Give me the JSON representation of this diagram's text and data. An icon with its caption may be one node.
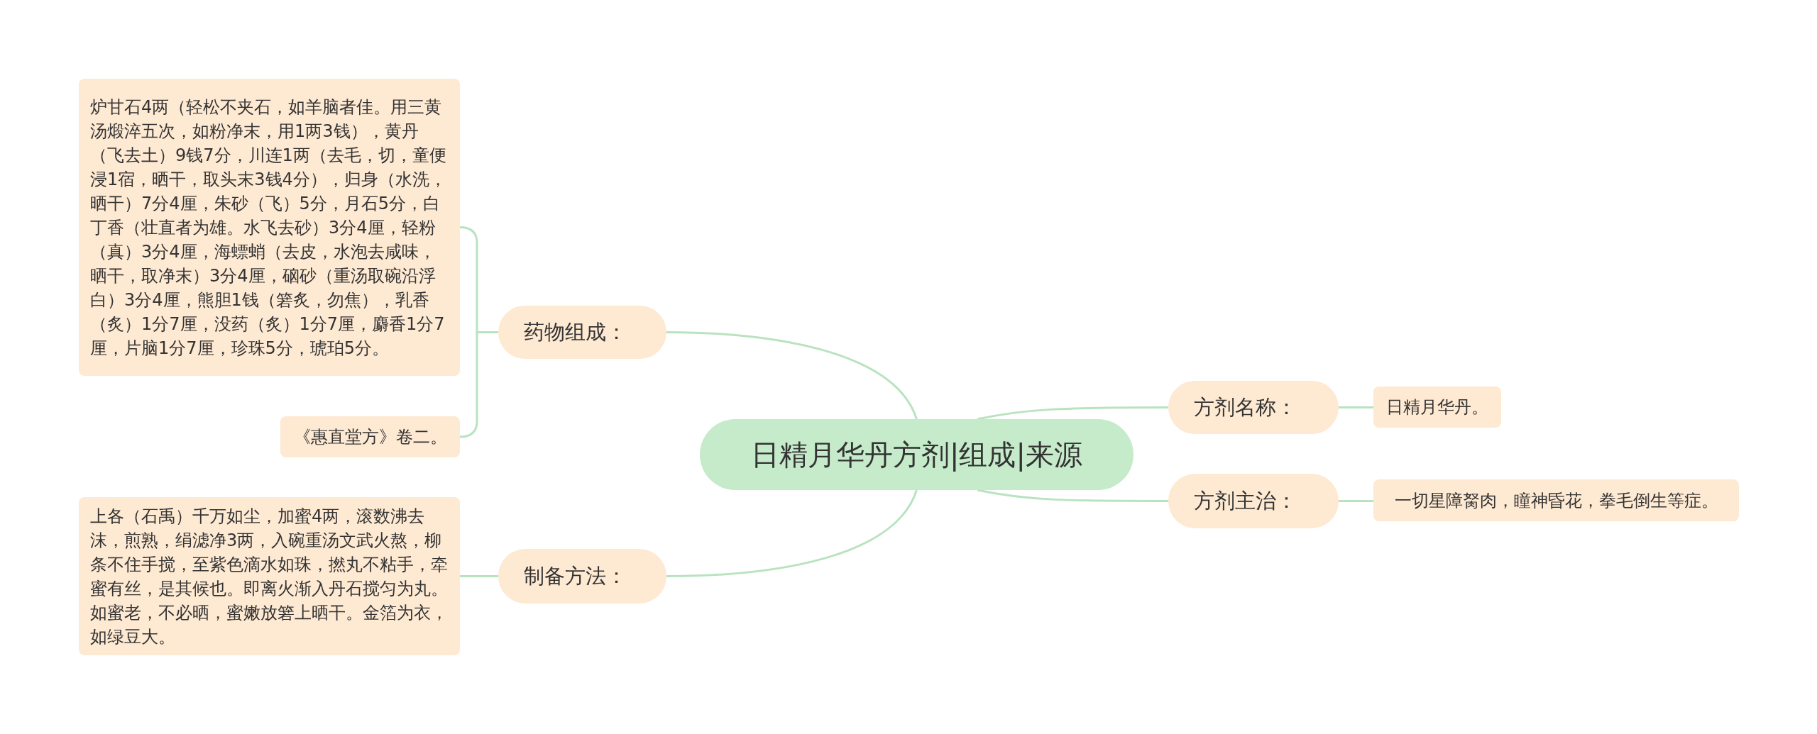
{
  "diagram": {
    "nodes": [
      {
        "text": [
          "日精月华丹方剂|组成|来源"
        ]
      },
      {
        "text": [
          "药物组成："
        ]
      },
      {
        "text": [
          "炉甘石4两（轻松不夹石，如羊脑者佳。用三黄汤煅淬五次，如粉净末，用1两3钱），黄丹（飞去土）9钱7分，川连1两（去毛，切，童便浸1宿，晒干，取头末3钱4分），归身（水洗，晒干）7分4厘，朱砂（飞）5分，月石5分，白丁香（壮直者为雄。水飞去砂）3分4厘，轻粉（真）3分4厘，海螵蛸（去皮，水泡去咸味，晒干，取净末）3分4厘，硇砂（重汤取碗沿浮白）3分4厘，熊胆1钱（箬炙，勿焦），乳香（炙）1分7厘，没药（炙）1分7厘，麝香1分7厘，片脑1分7厘，珍珠5分，琥珀5分。"
        ]
      },
      {
        "text": [
          "《惠直堂方》卷二。"
        ]
      },
      {
        "text": [
          "制备方法："
        ]
      },
      {
        "text": [
          "上各（石禹）千万如尘，加蜜4两，滚数沸去沫，煎熟，绢滤净3两，入碗重汤文武火熬，柳条不住手搅，至紫色滴水如珠，撚丸不粘手，牵蜜有丝，是其候也。即离火渐入丹石搅匀为丸。如蜜老，不必晒，蜜嫩放箬上晒干。金箔为衣，如绿豆大。"
        ]
      },
      {
        "text": [
          "方剂名称："
        ]
      },
      {
        "text": [
          "日精月华丹。"
        ]
      },
      {
        "text": [
          "方剂主治："
        ]
      },
      {
        "text": [
          "一切星障胬肉，瞳神昏花，拳毛倒生等症。"
        ]
      }
    ],
    "edges": [
      {
        "from": 0,
        "to": 1,
        "arrow": "none"
      },
      {
        "from": 0,
        "to": 4,
        "arrow": "none"
      },
      {
        "from": 0,
        "to": 6,
        "arrow": "none"
      },
      {
        "from": 0,
        "to": 8,
        "arrow": "none"
      },
      {
        "from": 1,
        "to": 2,
        "arrow": "none"
      },
      {
        "from": 1,
        "to": 3,
        "arrow": "none"
      },
      {
        "from": 4,
        "to": 5,
        "arrow": "none"
      },
      {
        "from": 6,
        "to": 7,
        "arrow": "none"
      },
      {
        "from": 8,
        "to": 9,
        "arrow": "none"
      }
    ]
  }
}
